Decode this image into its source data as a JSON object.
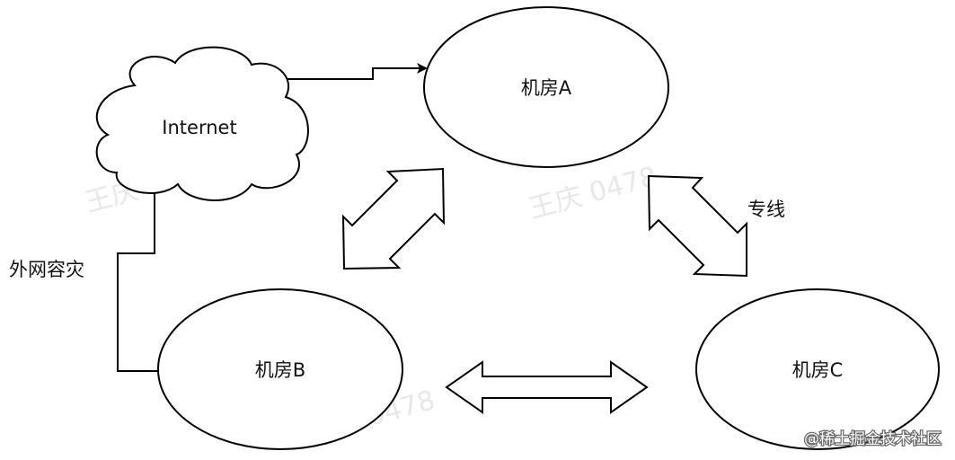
{
  "nodes": {
    "internet": "Internet",
    "room_a": "机房A",
    "room_b": "机房B",
    "room_c": "机房C"
  },
  "edge_labels": {
    "external_dr": "外网容灾",
    "dedicated_line": "专线"
  },
  "watermark": "王庆 0478",
  "credit": "@稀土掘金技术社区"
}
